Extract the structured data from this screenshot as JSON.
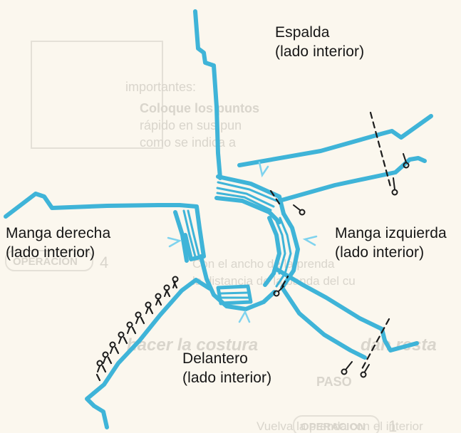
{
  "palette": {
    "paper": "#fbf7ee",
    "stitch": "#3fb4d8",
    "stitch_light": "#7fd3ee",
    "pin": "#1b1b1b",
    "ghost_text": "#d8d4cb",
    "ghost_box": "#e3dfd6"
  },
  "labels": {
    "espalda": {
      "line1": "Espalda",
      "line2": "(lado interior)"
    },
    "manga_derecha": {
      "line1": "Manga derecha",
      "line2": "(lado interior)"
    },
    "manga_izquierda": {
      "line1": "Manga izquierda",
      "line2": "(lado interior)"
    },
    "delantero": {
      "line1": "Delantero",
      "line2": "(lado interior)"
    }
  },
  "ghost_text": {
    "line_a": "importantes:",
    "line_b": "Coloque los puntos",
    "line_c": "rápido en sus pun",
    "line_d": "como se indica a",
    "operacion_4": "OPERACION",
    "operacion_4_num": "4",
    "operacion_4_text": "Con el ancho de la prenda",
    "operacion_4_text2": "la distancia de la banda del cu",
    "heading": "hacer la costura",
    "heading_tail": "dan resta",
    "paso": "PASO",
    "operacion_1": "OPERACION",
    "operacion_1_num": "1",
    "operacion_1_text": "Vuelva la prenda con el interior"
  }
}
